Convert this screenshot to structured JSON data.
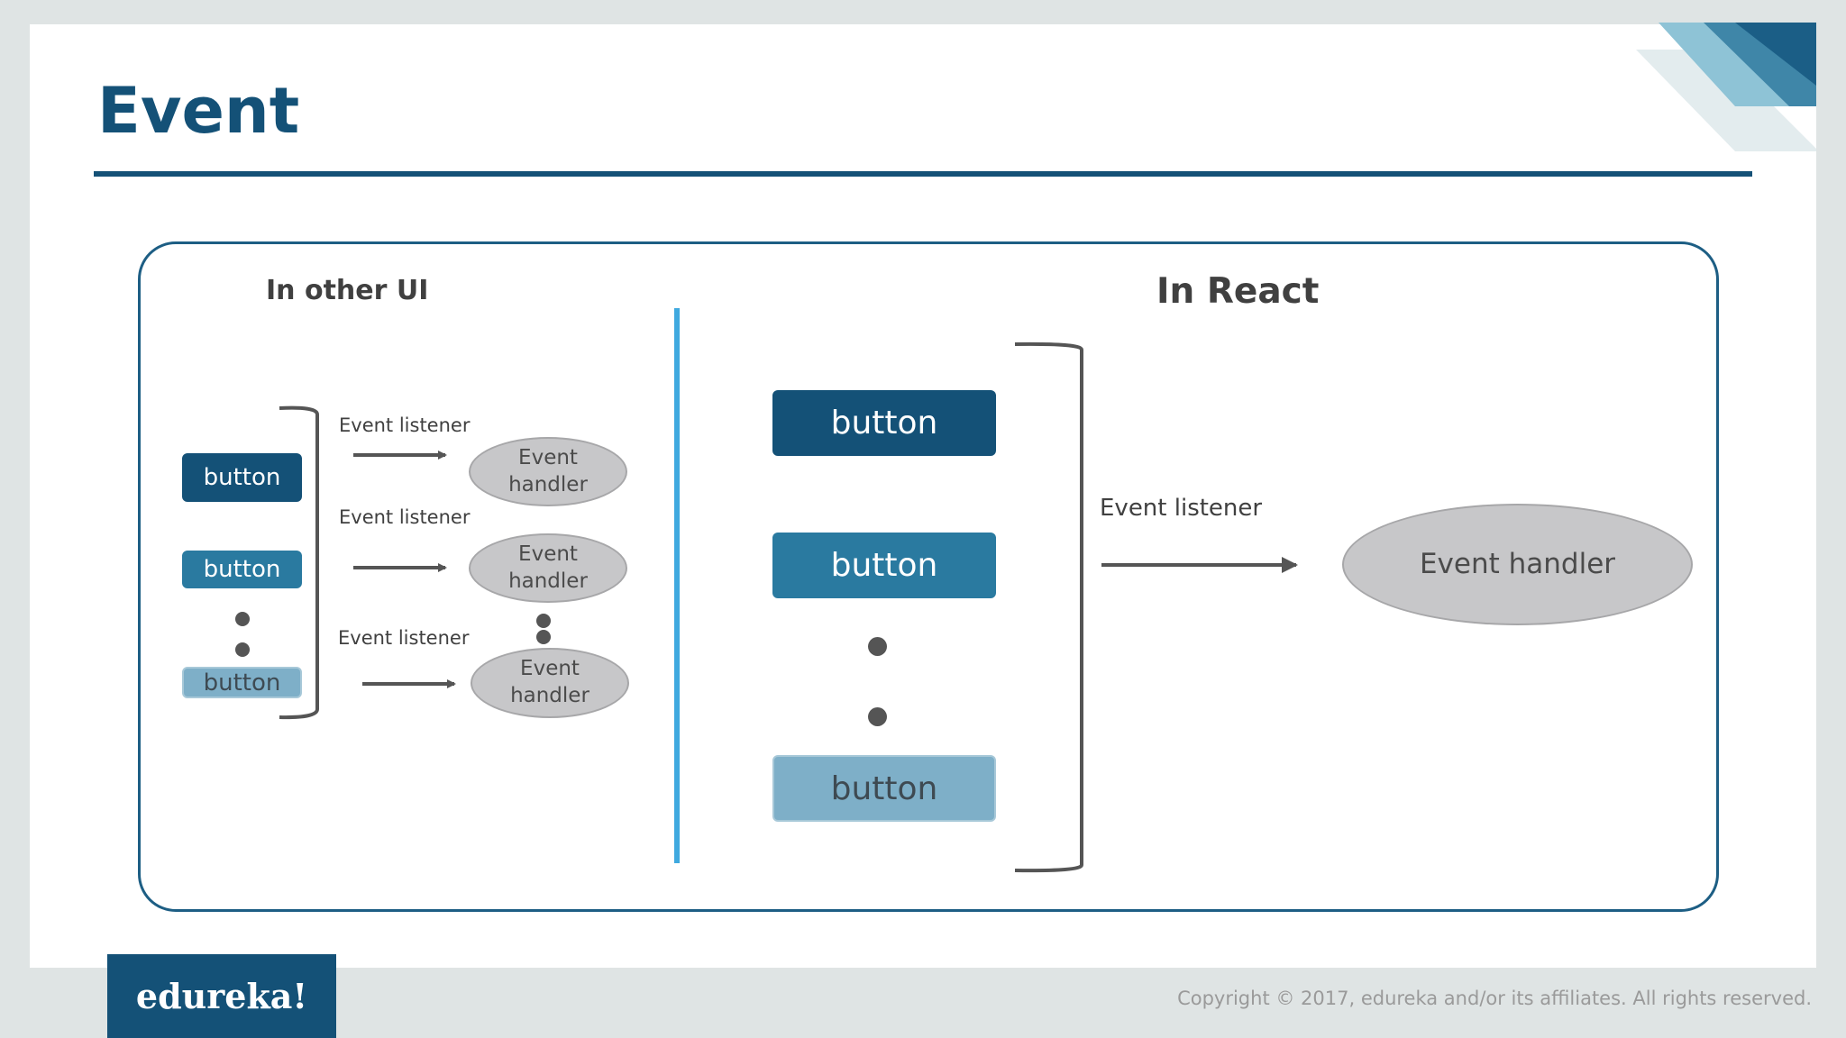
{
  "slide": {
    "title": "Event",
    "copyright": "Copyright © 2017, edureka and/or its affiliates. All rights reserved.",
    "logo": "edureka!"
  },
  "colors": {
    "brand_dark": "#145177",
    "brand_mid": "#2a7aa0",
    "brand_light": "#7eafc8",
    "divider": "#3fa9df",
    "ellipse_fill": "#c7c7c9"
  },
  "left_panel": {
    "heading": "In other UI",
    "buttons": [
      "button",
      "button",
      "button"
    ],
    "listeners": [
      "Event listener",
      "Event listener",
      "Event listener"
    ],
    "handlers": [
      "Event\nhandler",
      "Event\nhandler",
      "Event\nhandler"
    ]
  },
  "right_panel": {
    "heading": "In React",
    "buttons": [
      "button",
      "button",
      "button"
    ],
    "listener": "Event listener",
    "handler": "Event handler"
  }
}
